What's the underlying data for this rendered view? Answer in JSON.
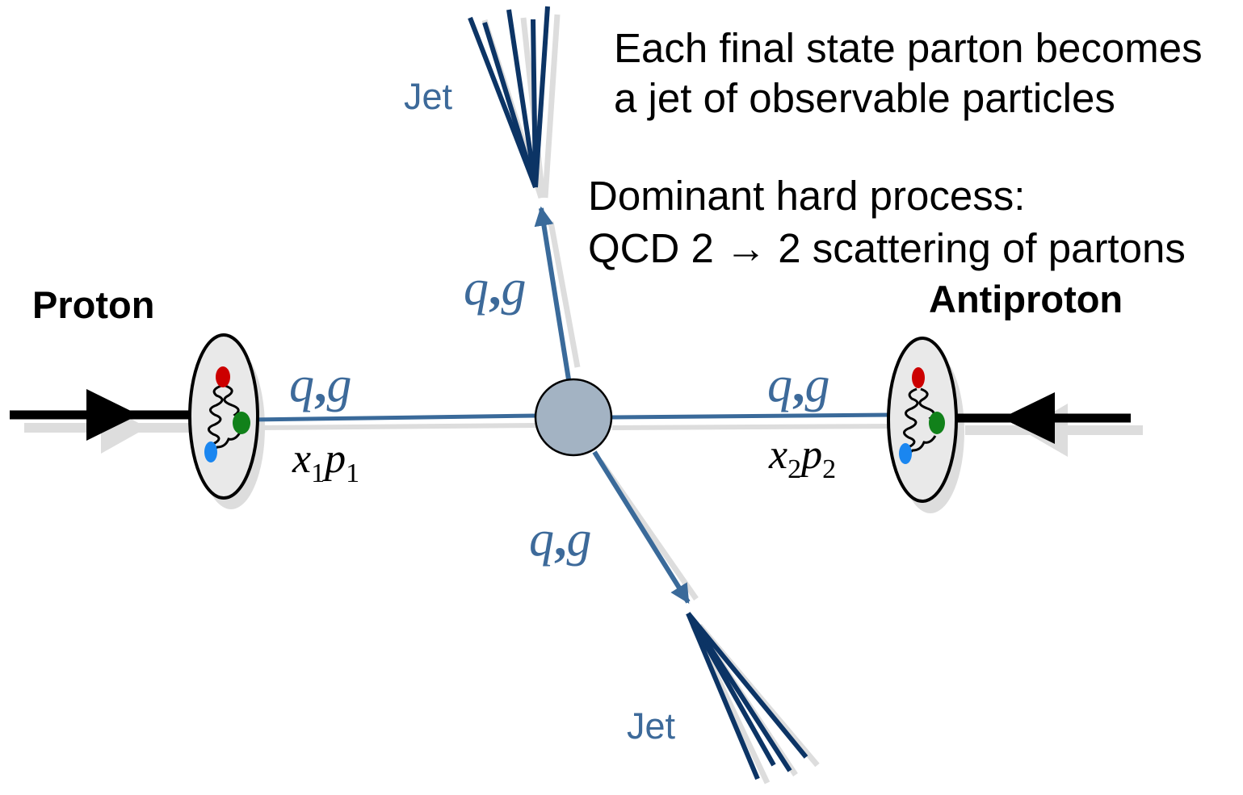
{
  "annotations": {
    "jets_note_line1": "Each final state parton becomes",
    "jets_note_line2": "a jet of observable particles",
    "process_note_line1": "Dominant hard process:",
    "process_note_line2": "QCD 2 → 2 scattering of partons"
  },
  "labels": {
    "proton": "Proton",
    "antiproton": "Antiproton",
    "jet_top": "Jet",
    "jet_bottom": "Jet",
    "parton_top": {
      "q": "q",
      "comma": ",",
      "g": "g"
    },
    "parton_left": {
      "q": "q",
      "comma": ",",
      "g": "g"
    },
    "parton_right": {
      "q": "q",
      "comma": ",",
      "g": "g"
    },
    "parton_bottom": {
      "q": "q",
      "comma": ",",
      "g": "g"
    },
    "momentum_left": {
      "x": "x",
      "x_sub": "1",
      "p": "p",
      "p_sub": "1"
    },
    "momentum_right": {
      "x": "x",
      "x_sub": "2",
      "p": "p",
      "p_sub": "2"
    }
  },
  "colors": {
    "parton_line": "#3a6a9a",
    "jet_spray": "#0c3465",
    "shadow": "#dddddd",
    "vertex_fill": "#a3b3c3",
    "label_blue": "#3d6a9a",
    "quark_red": "#cc0000",
    "quark_green": "#11811a",
    "quark_blue": "#1a86f0"
  }
}
